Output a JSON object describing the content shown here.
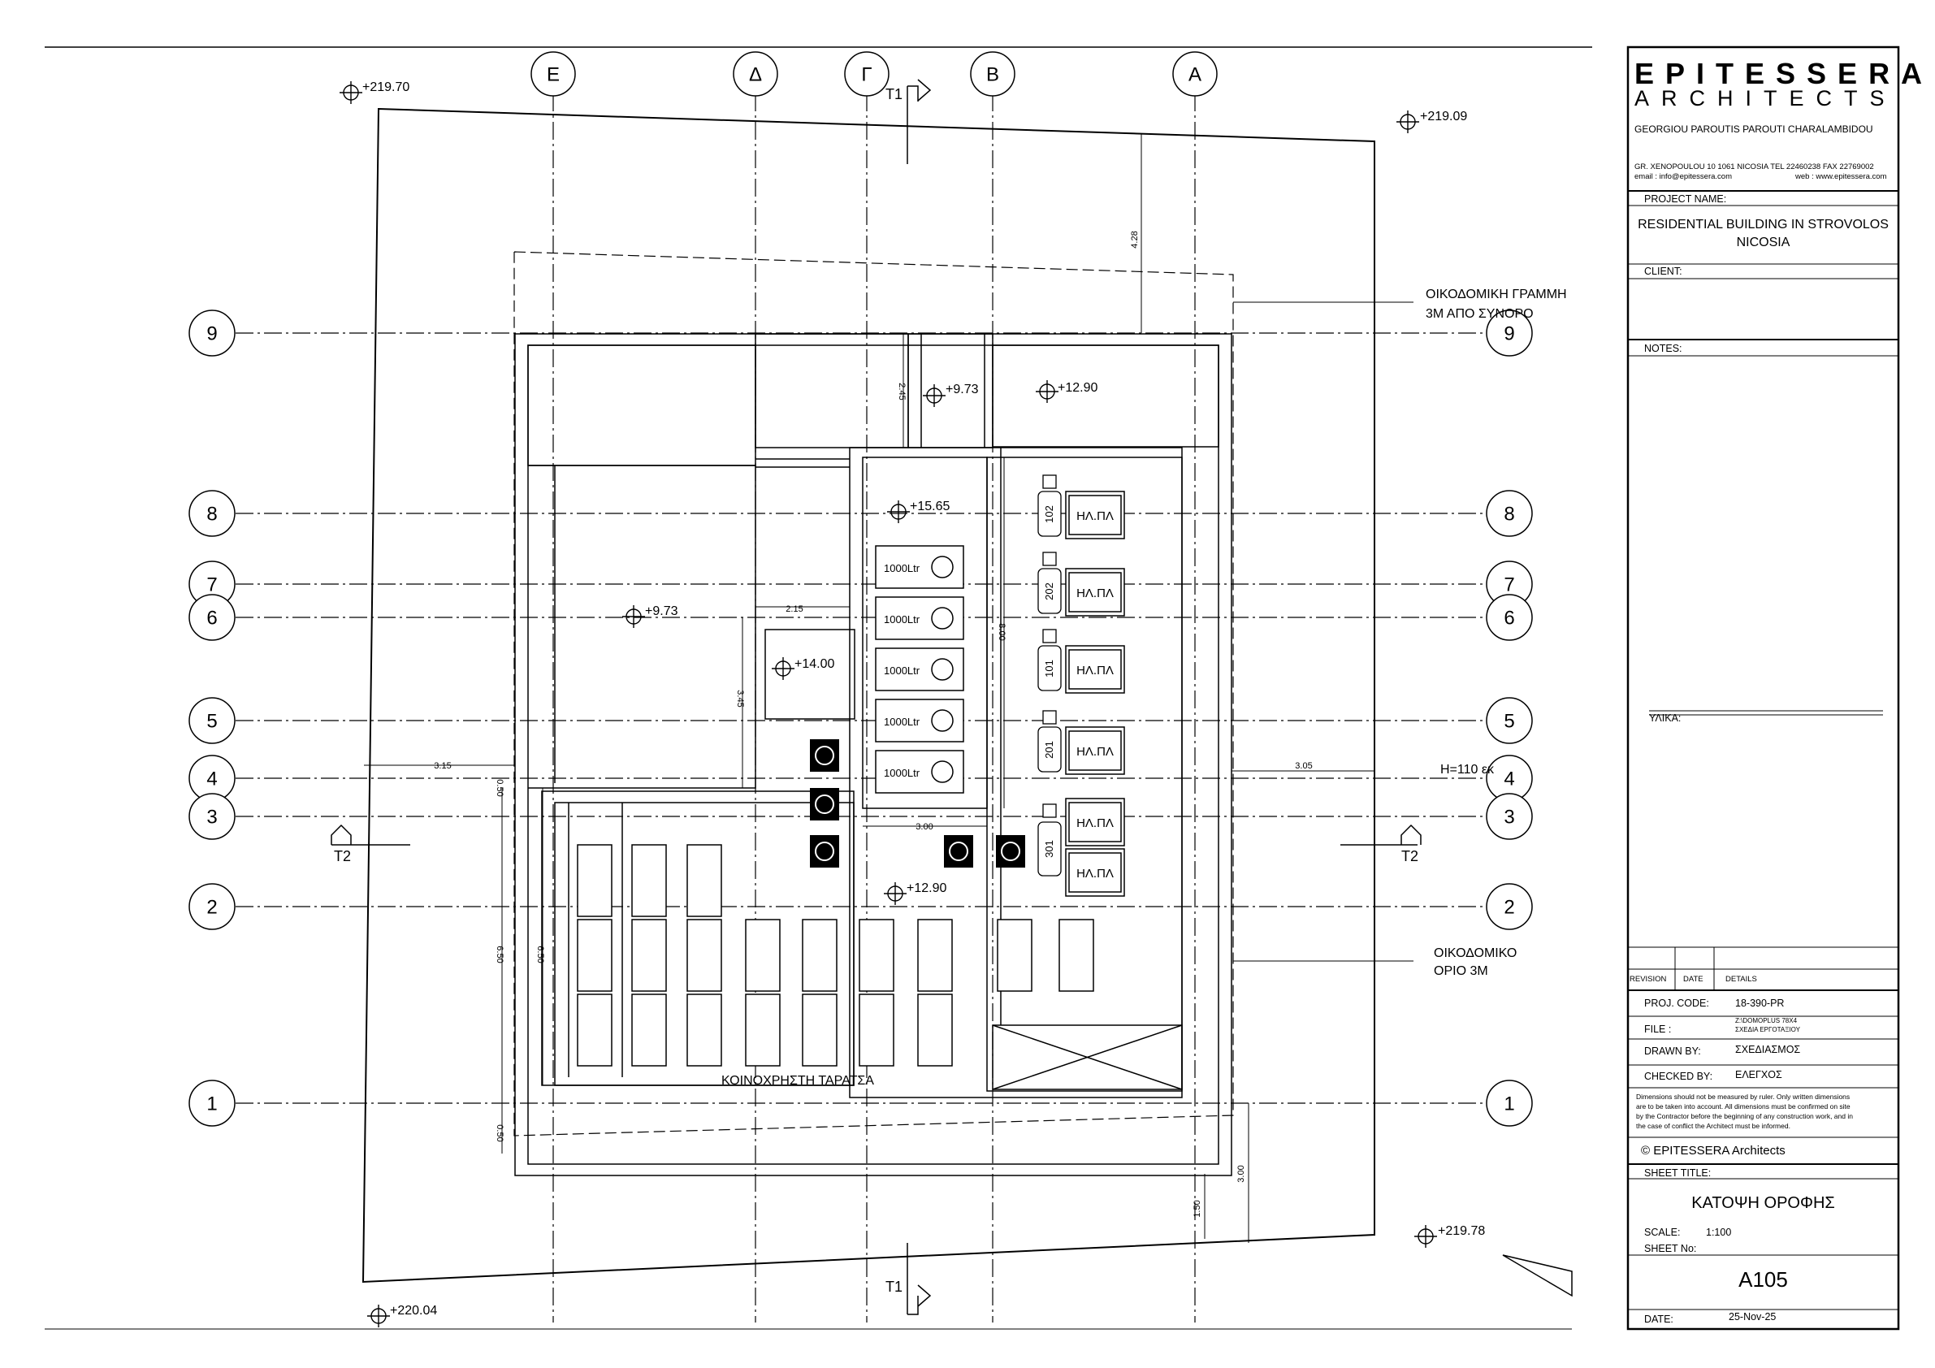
{
  "title_block": {
    "firm": "EPITESSERA",
    "firm_sub": "ARCHITECTS",
    "partners": "GEORGIOU PAROUTIS PAROUTI CHARALAMBIDOU",
    "address": "GR. XENOPOULOU 10 1061 NICOSIA  TEL 22460238   FAX 22769002",
    "email": "email :  info@epitessera.com",
    "web": "web :  www.epitessera.com",
    "project_name_label": "PROJECT NAME:",
    "project_name_1": "RESIDENTIAL BUILDING IN STROVOLOS",
    "project_name_2": "NICOSIA",
    "client_label": "CLIENT:",
    "notes_label": "NOTES:",
    "materials_label": "ΥΛΙΚΑ:",
    "revision_label": "REVISION",
    "date_col_label": "DATE",
    "details_label": "DETAILS",
    "proj_code_label": "PROJ.  CODE:",
    "proj_code": "18-390-PR",
    "file_label": "FILE :",
    "file_1": "Z:\\DOMOPLUS 78X4",
    "file_2": "ΣΧΕΔΙΑ ΕΡΓΟΤΑΞΙΟΥ",
    "drawn_by_label": "DRAWN BY:",
    "drawn_by": "ΣΧΕΔΙΑΣΜΟΣ",
    "checked_by_label": "CHECKED BY:",
    "checked_by": "ΕΛΕΓΧΟΣ",
    "disclaimer_1": "Dimensions should not be measured by ruler. Only written dimensions",
    "disclaimer_2": "are to be taken into account. All dimensions must be confirmed on site",
    "disclaimer_3": "by the Contractor before the beginning of any construction work, and in",
    "disclaimer_4": "the case of conflict the Architect must be informed.",
    "copyright": "©  EPITESSERA Architects",
    "sheet_title_label": "SHEET TITLE:",
    "sheet_title": "ΚΑΤΟΨΗ ΟΡΟΦΗΣ",
    "scale_label": "SCALE:",
    "scale": "1:100",
    "sheet_no_label": "SHEET No:",
    "sheet_no": "A105",
    "date_label": "DATE:",
    "date": "25-Nov-25"
  },
  "plan": {
    "grid_cols": [
      "Ε",
      "Δ",
      "Γ",
      "Β",
      "Α"
    ],
    "grid_rows": [
      "9",
      "8",
      "7",
      "6",
      "5",
      "4",
      "3",
      "2",
      "1"
    ],
    "levels": {
      "tl": "+219.70",
      "tr": "+219.09",
      "br": "+219.78",
      "bl": "+220.04",
      "l1": "+9.73",
      "l2": "+12.90",
      "l3": "+15.65",
      "l4": "+9.73",
      "l5": "+14.00",
      "l6": "+12.90"
    },
    "dims": {
      "d1": "4.28",
      "d2": "2.45",
      "d3": "2.15",
      "d4": "8.00",
      "d5": "3.45",
      "d6": "3.15",
      "d7": "3.05",
      "d8": "3.00",
      "d9": "0.50",
      "d10": "6.50",
      "d11": "6.50",
      "d12": "0.50",
      "d13": "3.00",
      "d14": "1.50"
    },
    "tanks": [
      "1000Ltr",
      "1000Ltr",
      "1000Ltr",
      "1000Ltr",
      "1000Ltr"
    ],
    "meters": [
      "ΗΛ.ΠΛ",
      "ΗΛ.ΠΛ",
      "ΗΛ.ΠΛ",
      "ΗΛ.ΠΛ",
      "ΗΛ.ΠΛ",
      "ΗΛ.ΠΛ"
    ],
    "units": [
      "102",
      "202",
      "101",
      "201",
      "301"
    ],
    "building_line_1": "ΟΙΚΟΔΟΜΙΚΗ ΓΡΑΜΜΗ",
    "building_line_2": "3Μ ΑΠΟ ΣΥΝΟΡΟ",
    "building_limit_1": "ΟΙΚΟΔΟΜΙΚΟ",
    "building_limit_2": "ΟΡΙΟ 3Μ",
    "parapet": "H=110 εκ",
    "terrace": "ΚΟΙΝΟΧΡΗΣΤΗ ΤΑΡΑΤΣΑ",
    "sections": {
      "t1": "T1",
      "t2": "T2"
    }
  }
}
